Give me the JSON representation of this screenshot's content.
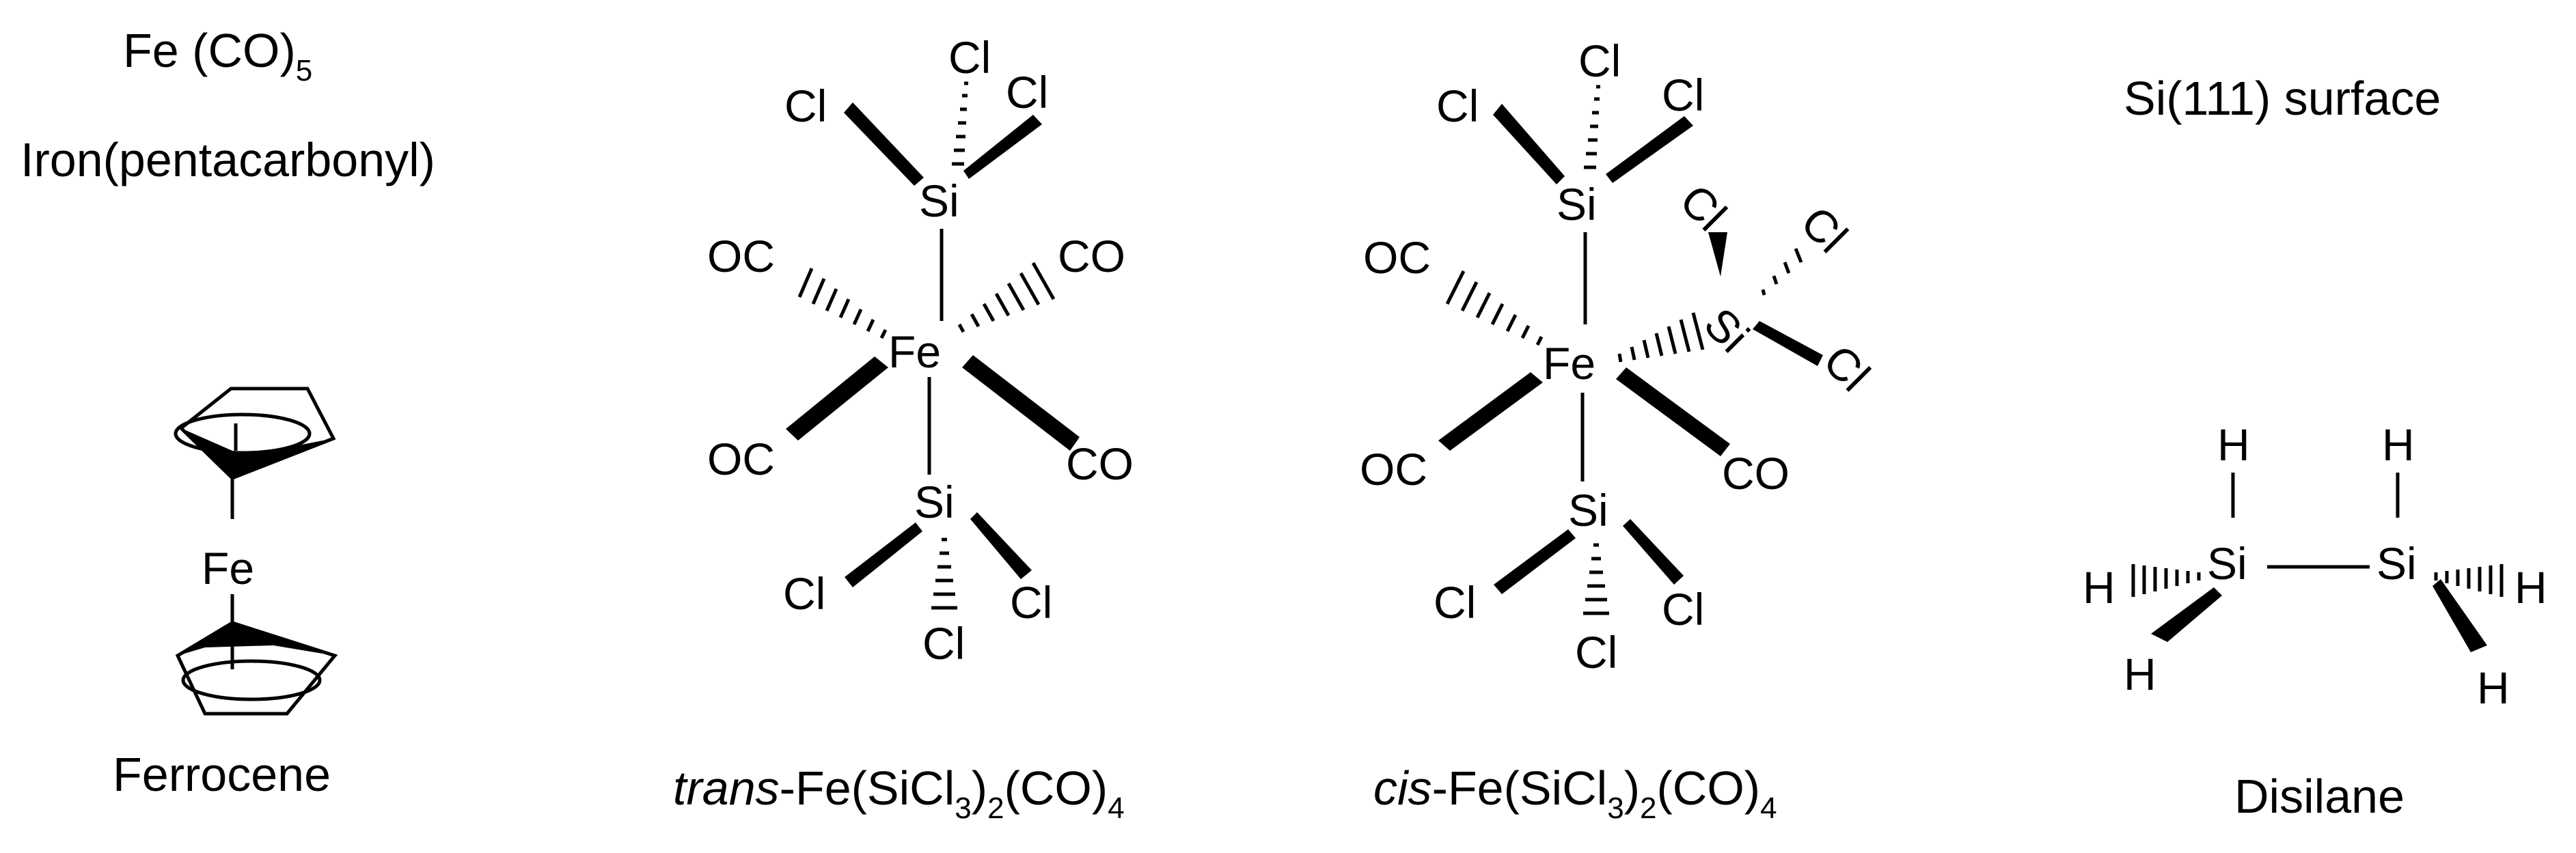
{
  "labels": {
    "fe_co5_formula": "Fe (CO)",
    "fe_co5_sub": "5",
    "fe_co5_name": "Iron(pentacarbonyl)",
    "ferrocene_name": "Ferrocene",
    "trans_prefix": "trans",
    "cis_prefix": "cis",
    "mid_fe": "-Fe(SiCl",
    "sub_3": "3",
    "paren_close": ")",
    "sub_2": "2",
    "co_open": "(CO)",
    "sub_4": "4",
    "si111": "Si(111) surface",
    "disilane_name": "Disilane"
  },
  "atoms": {
    "fe": "Fe",
    "si": "Si",
    "cl": "Cl",
    "co": "CO",
    "oc": "OC",
    "h": "H"
  }
}
